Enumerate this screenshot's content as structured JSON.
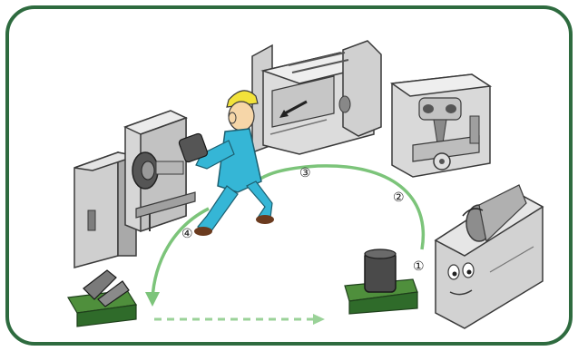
{
  "frame": {
    "border_color": "#2e6b3f",
    "background": "#ffffff"
  },
  "colors": {
    "machine": "#d4d4d4",
    "machine_dark": "#9a9a9a",
    "outline": "#3a3a3a",
    "worker_suit": "#35b6d6",
    "worker_skin": "#f6d6a8",
    "worker_helmet": "#f2e23a",
    "base_green": "#2f6b2a",
    "base_green_top": "#4f8f3c",
    "flow_arrow": "#7cc47a"
  },
  "steps": [
    {
      "id": "1",
      "label": "①"
    },
    {
      "id": "2",
      "label": "②"
    },
    {
      "id": "3",
      "label": "③"
    },
    {
      "id": "4",
      "label": "④"
    }
  ],
  "elements": {
    "worker": "worker-figure",
    "machines": [
      "lathe-machine-left",
      "press-machine-top",
      "drill-machine-right",
      "grinder-machine-bottom-right"
    ],
    "workpieces": [
      "raw-workpiece-bin",
      "finished-workpiece-bin"
    ]
  }
}
